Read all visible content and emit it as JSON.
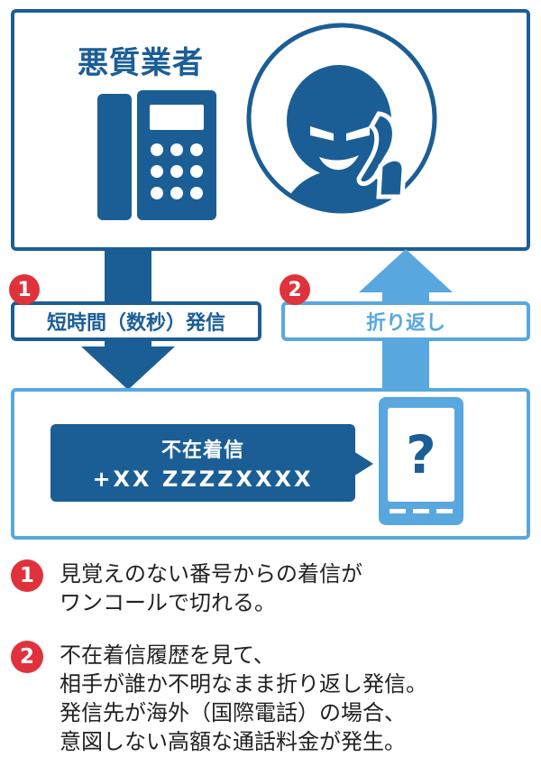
{
  "top_panel": {
    "title": "悪質業者"
  },
  "steps": [
    {
      "number": "1",
      "label": "短時間（数秒）発信"
    },
    {
      "number": "2",
      "label": "折り返し"
    }
  ],
  "missed_call": {
    "title": "不在着信",
    "number": "+XX ZZZZXXXX"
  },
  "smartphone": {
    "symbol": "?"
  },
  "notes": [
    {
      "number": "1",
      "lines": [
        "見覚えのない番号からの着信が",
        "ワンコールで切れる。"
      ]
    },
    {
      "number": "2",
      "lines": [
        "不在着信履歴を見て、",
        "相手が誰か不明なまま折り返し発信。",
        "発信先が海外（国際電話）の場合、",
        "意図しない高額な通話料金が発生。"
      ]
    }
  ],
  "colors": {
    "dark_blue": "#1b5e96",
    "light_blue": "#58a8df",
    "red": "#e0323c"
  }
}
